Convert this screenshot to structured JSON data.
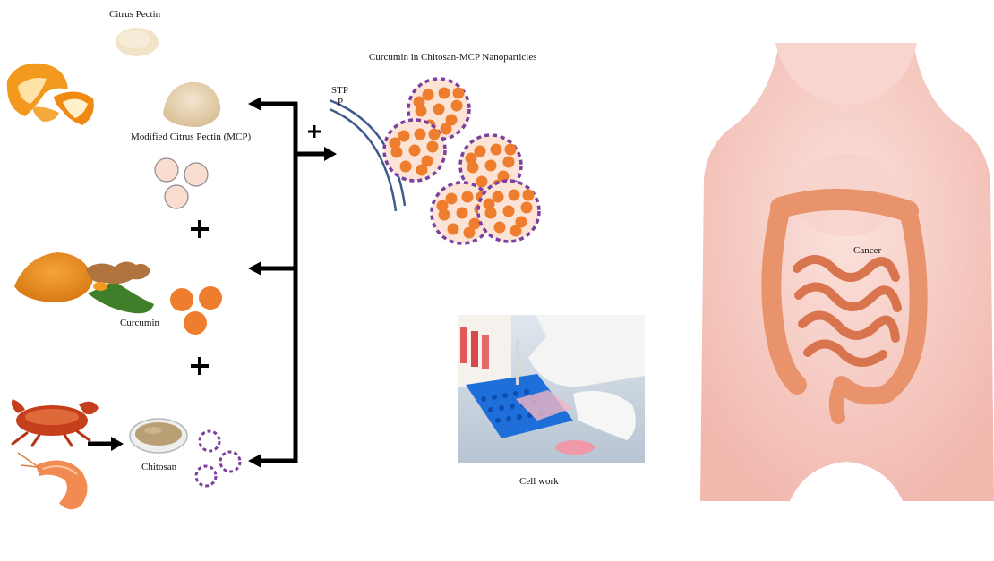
{
  "diagram": {
    "labels": {
      "citrus_pectin": "Citrus Pectin",
      "mcp": "Modified Citrus Pectin (MCP)",
      "curcumin": "Curcumin",
      "chitosan": "Chitosan",
      "nanoparticles": "Curcumin in Chitosan-MCP Nanoparticles",
      "stpp_line1": "STP",
      "stpp_line2": "P",
      "cell_work": "Cell work",
      "cancer": "Cancer"
    },
    "operators": {
      "plus": "+"
    },
    "colors": {
      "curcumin_orange": "#ef7d2e",
      "chitosan_purple": "#7b3fa0",
      "particle_fill": "#fbe3d6",
      "mcp_bead": "#f9ddd0",
      "pectin_powder": "#ead7b8",
      "stpp_line": "#3f5b8c",
      "arrow": "#000000",
      "body_skin": "#f6c9c2",
      "intestine": "#e8936b",
      "lab_blue": "#1e6fd9"
    },
    "icons": [
      "orange-peel-icon",
      "turmeric-icon",
      "crab-icon",
      "shrimp-icon",
      "powder-icon"
    ]
  }
}
